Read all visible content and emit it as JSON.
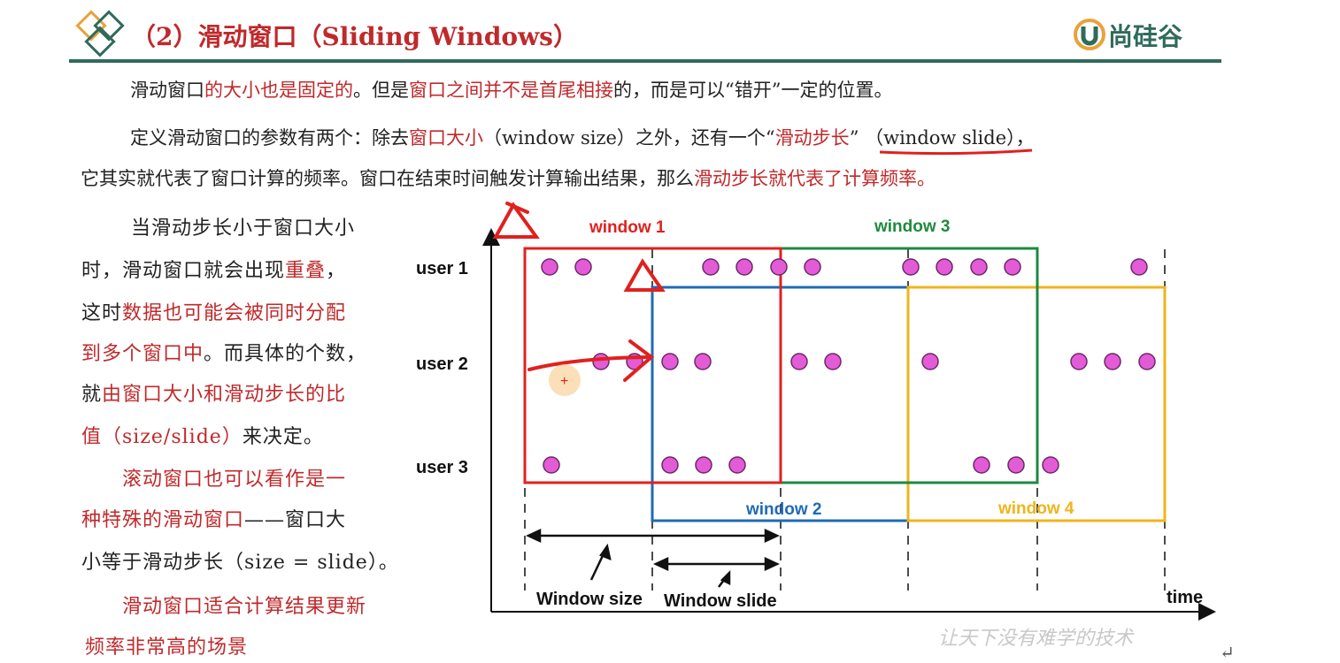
{
  "header": {
    "title": "（2）滑动窗口（Sliding Windows）",
    "logo_text": "尚硅谷"
  },
  "paragraphs": {
    "p1": [
      {
        "t": "滑动窗口",
        "red": false
      },
      {
        "t": "的大小也是固定的",
        "red": true
      },
      {
        "t": "。但是",
        "red": false
      },
      {
        "t": "窗口之间",
        "red": true
      },
      {
        "t": "并不是首尾相接",
        "red": true
      },
      {
        "t": "的，而是可以“错开”一定的位置。",
        "red": false
      }
    ],
    "p2_line1": [
      {
        "t": "定义滑动窗口的参数有两个：除去",
        "red": false
      },
      {
        "t": "窗口大小",
        "red": true
      },
      {
        "t": "（window size）之外，还有一个“",
        "red": false
      },
      {
        "t": "滑动步长",
        "red": true
      },
      {
        "t": "” （window slide），",
        "red": false
      }
    ],
    "p2_line2": [
      {
        "t": "它其实就代表了窗口计算的频率。窗口在结束时间触发计算输出结果，那么",
        "red": false
      },
      {
        "t": "滑动步长就代表了计算频率。",
        "red": true
      }
    ]
  },
  "sidebar": {
    "lines": [
      [
        {
          "t": "当滑动步长小于窗口大小",
          "red": false
        }
      ],
      [
        {
          "t": "时，滑动窗口就会出现",
          "red": false
        },
        {
          "t": "重叠",
          "red": true
        },
        {
          "t": "，",
          "red": false
        }
      ],
      [
        {
          "t": "这时",
          "red": false
        },
        {
          "t": "数据也可能会被同时分配",
          "red": true
        }
      ],
      [
        {
          "t": "到多个窗口中",
          "red": true
        },
        {
          "t": "。而具体的个数，",
          "red": false
        }
      ],
      [
        {
          "t": "就",
          "red": false
        },
        {
          "t": "由窗口大小和滑动步长的比",
          "red": true
        }
      ],
      [
        {
          "t": "值（size/slide）",
          "red": true
        },
        {
          "t": "来决定。",
          "red": false
        }
      ],
      [
        {
          "t": "滚动窗口也可以看作是一",
          "red": true
        }
      ],
      [
        {
          "t": "种特殊的滑动窗口",
          "red": true
        },
        {
          "t": "——窗口大",
          "red": false
        }
      ],
      [
        {
          "t": "小等于滑动步长（size = slide）。",
          "red": false
        }
      ],
      [
        {
          "t": "滑动窗口适合计算结果更新",
          "red": true
        }
      ],
      [
        {
          "t": "频率非常高的场景",
          "red": true
        }
      ]
    ]
  },
  "diagram": {
    "users": [
      "user 1",
      "user 2",
      "user 3"
    ],
    "windows": [
      {
        "label": "window 1",
        "color": "#e0211f"
      },
      {
        "label": "window 2",
        "color": "#1f6bb5"
      },
      {
        "label": "window 3",
        "color": "#1e8a3e"
      },
      {
        "label": "window 4",
        "color": "#f0b41c"
      }
    ],
    "axis_label": "time",
    "size_label": "Window size",
    "slide_label": "Window slide",
    "dot_color": "#e35bd6"
  },
  "watermark": "让天下没有难学的技术",
  "return_mark": "↵"
}
